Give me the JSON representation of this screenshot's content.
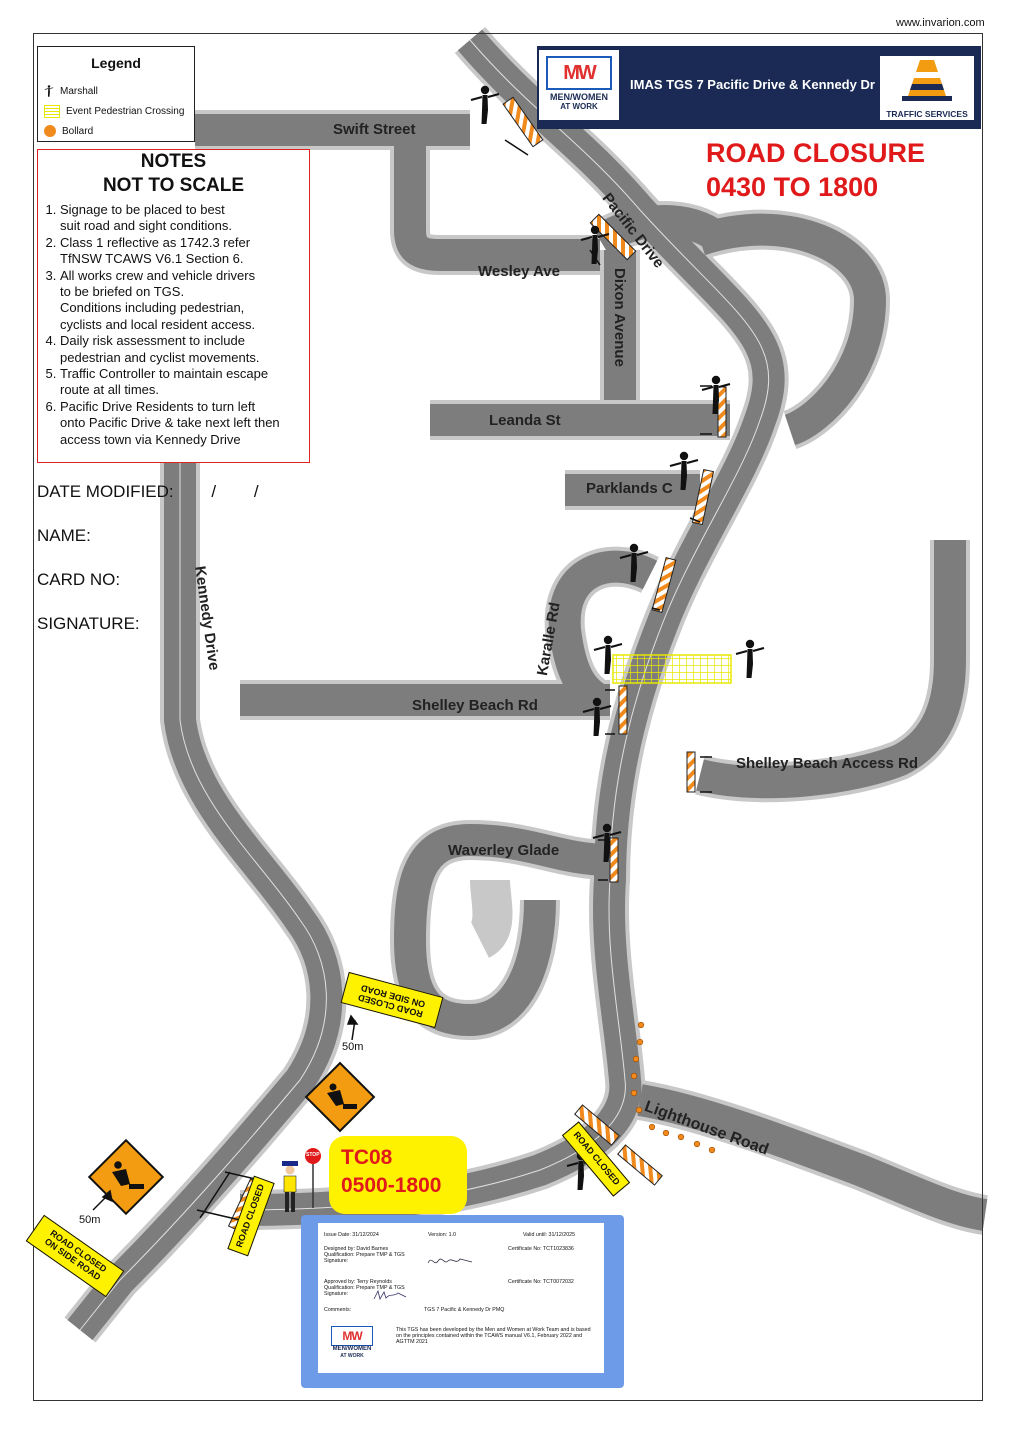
{
  "site_url": "www.invarion.com",
  "legend": {
    "title": "Legend",
    "items": [
      {
        "label": "Marshall",
        "icon": "marshall-icon"
      },
      {
        "label": "Event Pedestrian Crossing",
        "icon": "pedestrian-crossing-icon"
      },
      {
        "label": "Bollard",
        "icon": "bollard-icon"
      }
    ]
  },
  "notes": {
    "title_line1": "NOTES",
    "title_line2": "NOT TO SCALE",
    "items": [
      "Signage to be placed to best\n  suit road and sight conditions.",
      "Class 1 reflective as 1742.3 refer\nTfNSW TCAWS V6.1 Section 6.",
      "All works crew and vehicle drivers\nto be briefed on TGS.\nConditions including pedestrian,\ncyclists and local resident access.",
      "Daily risk assessment to include\npedestrian and cyclist movements.",
      "Traffic Controller to maintain escape\nroute at all times.",
      "Pacific Drive Residents to turn left\nonto Pacific Drive & take next left then\naccess town via Kennedy Drive"
    ]
  },
  "form": {
    "date_modified": "DATE MODIFIED:        /        /",
    "name": "NAME:",
    "card_no": "CARD NO:",
    "signature": "SIGNATURE:"
  },
  "header": {
    "logo_text_line1": "MEN/WOMEN",
    "logo_text_line2": "AT WORK",
    "title": "IMAS TGS 7 Pacific Drive & Kennedy Dr",
    "traffic_services": "TRAFFIC SERVICES"
  },
  "closure": {
    "line1": "ROAD CLOSURE",
    "line2": "0430 TO 1800"
  },
  "streets": {
    "swift": "Swift Street",
    "pacific": "Pacific Drive",
    "wesley": "Wesley Ave",
    "dixon": "Dixon Avenue",
    "leanda": "Leanda St",
    "parklands": "Parklands C",
    "karalle": "Karalle Rd",
    "shelley_beach": "Shelley Beach Rd",
    "shelley_access": "Shelley Beach Access Rd",
    "waverley": "Waverley Glade",
    "kennedy": "Kennedy Drive",
    "lighthouse": "Lighthouse Road"
  },
  "signs": {
    "road_closed_side_road_1": "ROAD CLOSED",
    "road_closed_side_road_2": "ON SIDE ROAD",
    "road_closed": "ROAD CLOSED",
    "distance_50m": "50m",
    "stop": "STOP"
  },
  "tc08": {
    "label": "TC08",
    "hours": "0500-1800"
  },
  "info_card": {
    "issue_date": "Issue Date: 31/12/2024",
    "version": "Version:  1.0",
    "valid_until": "Valid until: 31/12/2025",
    "designed_by": "Designed by:  David Barnes",
    "designed_qual": "Qualification: Prepare TMP & TGS",
    "designed_sig": "Signature:",
    "designed_cert": "Certificate No: TCT1023836",
    "approved_by": "Approved by: Terry Reynolds",
    "approved_qual": "Qualification: Prepare TMP & TGS",
    "approved_sig": "Signature:",
    "approved_cert": "Certificate No: TCT0072032",
    "comments_label": "Comments:",
    "comments": "TGS 7 Pacific & Kennedy Dr PMQ",
    "disclaimer": "This TGS has been developed by the Men and Women at Work Team and is based on the principles contained within the TCAWS manual V6.1, February 2022 and AGTTM 2021",
    "logo_text_line1": "MEN/WOMEN",
    "logo_text_line2": "AT WORK"
  },
  "colors": {
    "road": "#7d7d7d",
    "road_edge": "#c8c8c8",
    "closure_red": "#e01a1a",
    "header_navy": "#1a2a54",
    "sign_yellow": "#fff200",
    "sign_orange": "#f39c12",
    "card_blue": "#6e9be8"
  }
}
